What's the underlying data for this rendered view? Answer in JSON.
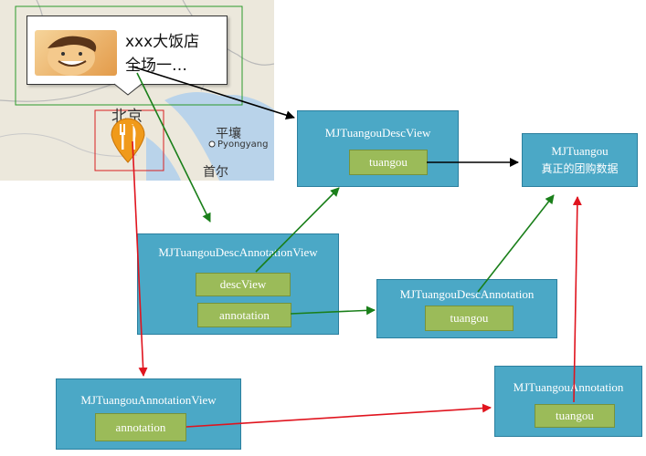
{
  "map": {
    "labels": [
      "北京",
      "平壤",
      "Pyongyang",
      "首尔"
    ],
    "callout_text": "xxx大饭店\n全场一…"
  },
  "boxes": {
    "desc_view": {
      "title": "MJTuangouDescView",
      "field": "tuangou"
    },
    "tuangou_data": {
      "title_line1": "MJTuangou",
      "title_line2": "真正的团购数据"
    },
    "desc_annotation_view": {
      "title": "MJTuangouDescAnnotationView",
      "fields": [
        "descView",
        "annotation"
      ]
    },
    "desc_annotation": {
      "title": "MJTuangouDescAnnotation",
      "field": "tuangou"
    },
    "annotation_view": {
      "title": "MJTuangouAnnotationView",
      "field": "annotation"
    },
    "annotation": {
      "title": "MJTuangouAnnotation",
      "field": "tuangou"
    }
  },
  "colors": {
    "box": "#4ba8c6",
    "field": "#9bbb59",
    "arrow_black": "#000000",
    "arrow_green": "#1a7f1a",
    "arrow_red": "#e0141e"
  }
}
